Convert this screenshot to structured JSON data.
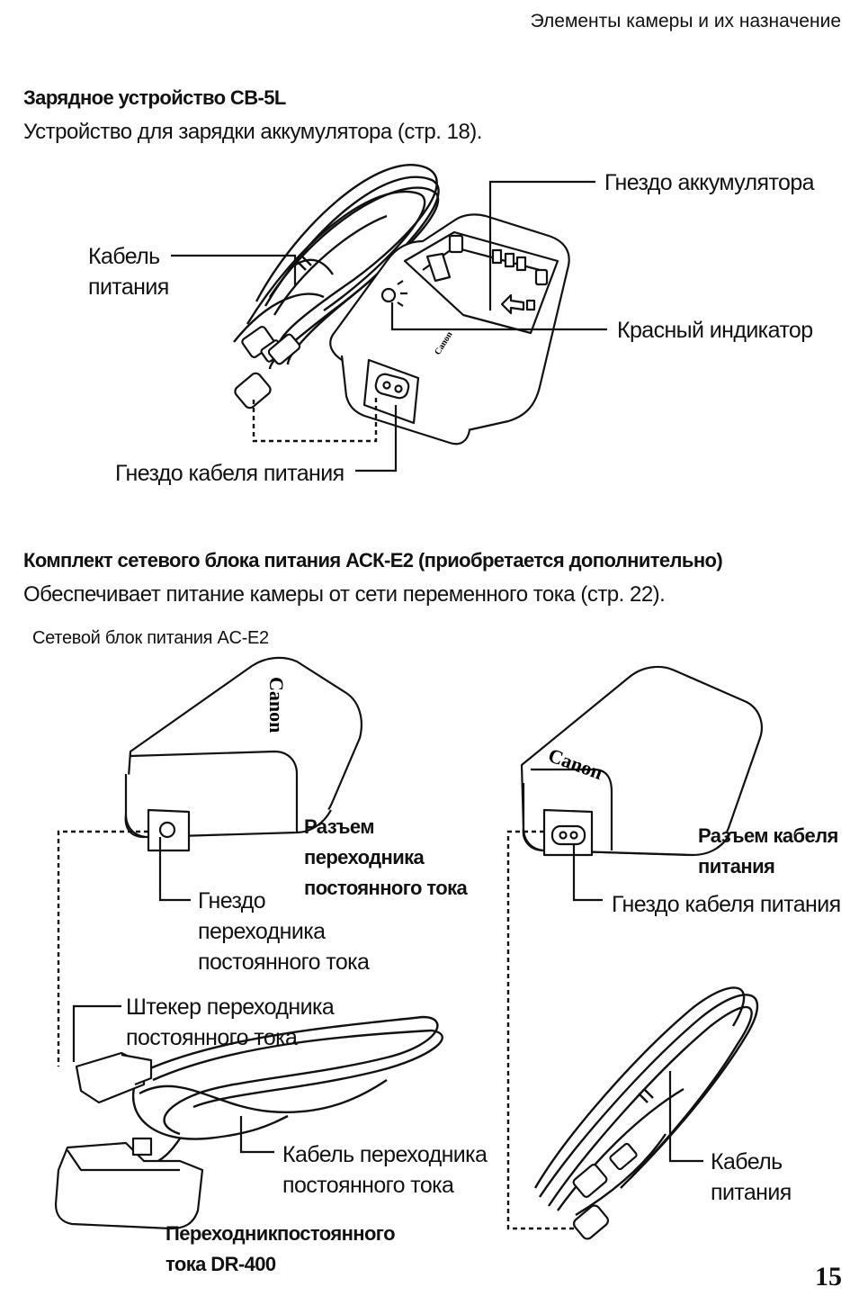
{
  "header": {
    "section": "Элементы камеры и их назначение"
  },
  "charger": {
    "title": "Зарядное устройство CB-5L",
    "description": "Устройство для зарядки аккумулятора (стр. 18).",
    "labels": {
      "battery_slot": "Гнездо аккумулятора",
      "power_cable": [
        "Кабель",
        "питания"
      ],
      "red_indicator": "Красный индикатор",
      "cable_socket": "Гнездо кабеля питания"
    }
  },
  "ac_kit": {
    "title": "Комплект сетевого блока питания АСК-Е2 (приобретается дополнительно)",
    "description": "Обеспечивает питание камеры от сети переменного тока (стр. 22).",
    "adapter_caption": "Сетевой блок питания AC-E2",
    "labels": {
      "dc_connector": [
        "Разъем",
        "переходника",
        "постоянного тока"
      ],
      "dc_socket": [
        "Гнездо",
        "переходника",
        "постоянного тока"
      ],
      "power_connector": [
        "Разъем кабеля",
        "питания"
      ],
      "power_socket": "Гнездо кабеля питания",
      "dc_plug": [
        "Штекер переходника",
        "постоянного тока"
      ],
      "dc_cable": [
        "Кабель переходника",
        "постоянного тока"
      ],
      "power_cable": [
        "Кабель",
        "питания"
      ],
      "dc_coupler": [
        "Переходникпостоянного",
        "тока DR-400"
      ]
    }
  },
  "footer": {
    "page_number": "15"
  },
  "brand": {
    "logo_text": "Canon"
  }
}
